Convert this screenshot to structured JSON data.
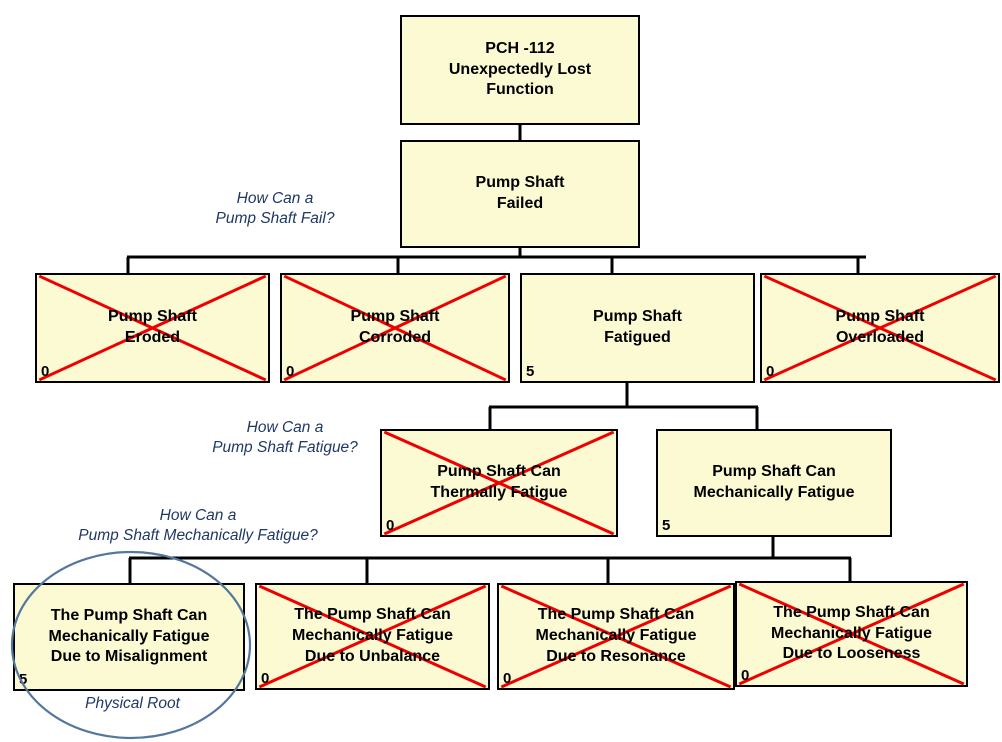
{
  "colors": {
    "box_fill": "#FBFAD2",
    "box_border": "#000000",
    "cross_mark": "#EE0000",
    "annotation_text": "#1F3864",
    "ellipse_stroke": "#54779E",
    "connector": "#000000"
  },
  "nodes": {
    "root": {
      "label": "PCH -112\nUnexpectedly Lost\nFunction"
    },
    "failed": {
      "label": "Pump Shaft\nFailed"
    },
    "eroded": {
      "label": "Pump Shaft\nEroded",
      "score": "0",
      "crossed": true
    },
    "corroded": {
      "label": "Pump Shaft\nCorroded",
      "score": "0",
      "crossed": true
    },
    "fatigued": {
      "label": "Pump Shaft\nFatigued",
      "score": "5",
      "crossed": false
    },
    "overloaded": {
      "label": "Pump Shaft\nOverloaded",
      "score": "0",
      "crossed": true
    },
    "thermal": {
      "label": "Pump Shaft Can\nThermally Fatigue",
      "score": "0",
      "crossed": true
    },
    "mechanical": {
      "label": "Pump Shaft Can\nMechanically Fatigue",
      "score": "5",
      "crossed": false
    },
    "misalignment": {
      "label": "The Pump Shaft Can\nMechanically Fatigue\nDue to Misalignment",
      "score": "5",
      "crossed": false
    },
    "unbalance": {
      "label": "The Pump Shaft Can\nMechanically Fatigue\nDue to Unbalance",
      "score": "0",
      "crossed": true
    },
    "resonance": {
      "label": "The Pump Shaft Can\nMechanically Fatigue\nDue to Resonance",
      "score": "0",
      "crossed": true
    },
    "looseness": {
      "label": "The Pump Shaft Can\nMechanically Fatigue\nDue to Looseness",
      "score": "0",
      "crossed": true
    }
  },
  "annotations": {
    "how_fail": "How Can a\nPump Shaft Fail?",
    "how_fatigue": "How Can a\nPump Shaft Fatigue?",
    "how_mech_fatigue": "How Can a\nPump Shaft Mechanically Fatigue?",
    "physical_root": "Physical Root"
  }
}
